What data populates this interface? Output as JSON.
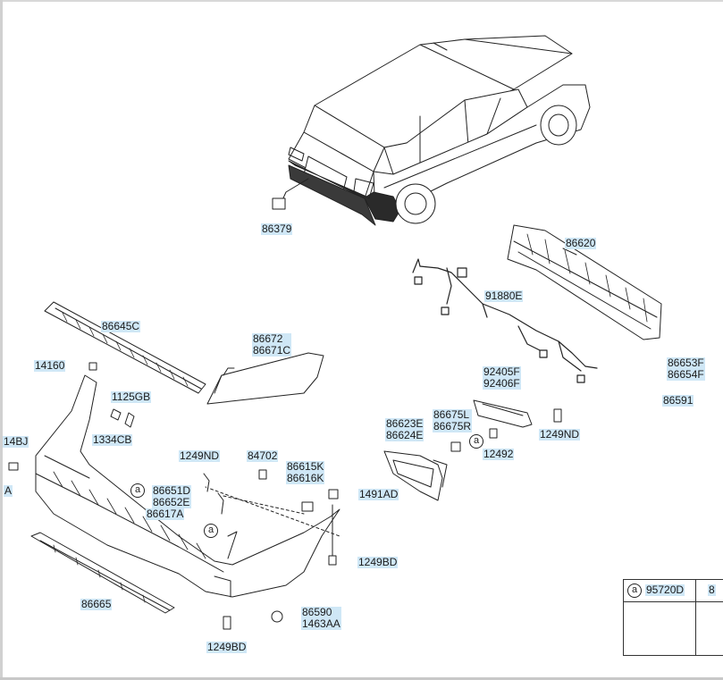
{
  "diagram": {
    "callouts": {
      "p86379": "86379",
      "p86620": "86620",
      "p91880e": "91880E",
      "p86645c": "86645C",
      "p86672": "86672\n86671C",
      "p14160": "14160",
      "p1125gb": "1125GB",
      "p1334cb": "1334CB",
      "p92405f": "92405F\n92406F",
      "p86653f": "86653F\n86654F",
      "p86591": "86591",
      "p86623e": "86623E\n86624E",
      "p86675l": "86675L\n86675R",
      "p1249nd_right": "1249ND",
      "p12492": "12492",
      "p14bj": "14BJ",
      "p1249nd_left": "1249ND",
      "p84702": "84702",
      "p86615k": "86615K\n86616K",
      "p86651d": "86651D\n86652E",
      "p86617a": "86617A",
      "p1491ad": "1491AD",
      "p1249bd_right": "1249BD",
      "p86665": "86665",
      "p86590": "86590\n1463AA",
      "p1249bd_bottom": "1249BD",
      "p_left_a": "A"
    },
    "circle_markers": [
      "a",
      "a",
      "a"
    ],
    "legend": {
      "marker": "a",
      "part_number": "95720D",
      "next_col": "8"
    }
  }
}
